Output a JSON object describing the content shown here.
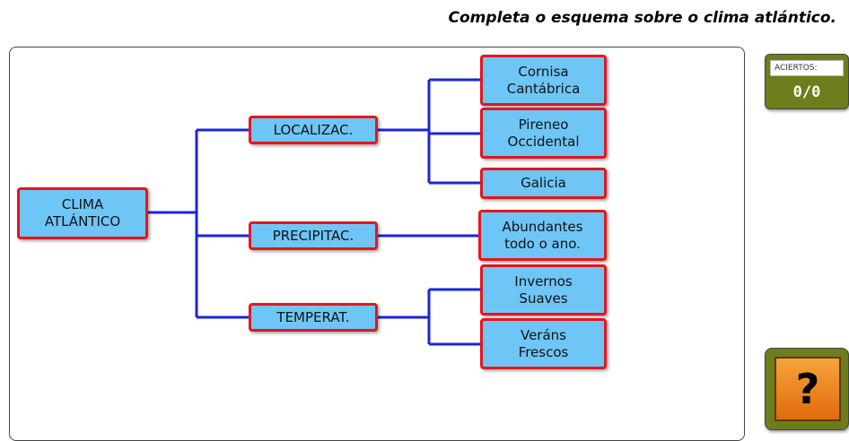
{
  "instruction": "Completa o esquema sobre o clima atlántico.",
  "score": {
    "label": "ACIERTOS:",
    "value": "0/0"
  },
  "help_button": {
    "label": "?",
    "icon": "question-mark-icon"
  },
  "colors": {
    "node_fill": "#6ec6f7",
    "node_border": "#e8141c",
    "connector": "#1a24e0",
    "panel": "#6e7d1c",
    "help_button": "#f08a20"
  },
  "diagram": {
    "root": "CLIMA\nATLÁNTICO",
    "categories": [
      {
        "label": "LOCALIZAC.",
        "items": [
          "Cornisa\nCantábrica",
          "Pireneo\nOccidental",
          "Galicia"
        ]
      },
      {
        "label": "PRECIPITAC.",
        "items": [
          "Abundantes\ntodo o ano."
        ]
      },
      {
        "label": "TEMPERAT.",
        "items": [
          "Invernos\nSuaves",
          "Veráns\nFrescos"
        ]
      }
    ]
  }
}
